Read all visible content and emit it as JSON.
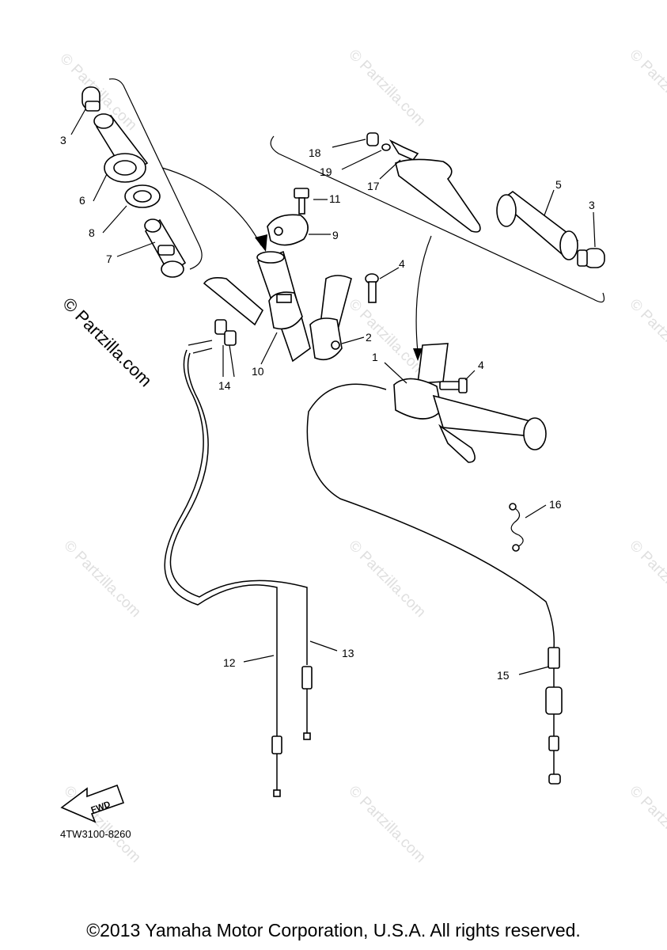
{
  "callouts": {
    "p1": "1",
    "p2": "2",
    "p3a": "3",
    "p3b": "3",
    "p4a": "4",
    "p4b": "4",
    "p5": "5",
    "p6": "6",
    "p7": "7",
    "p8": "8",
    "p9": "9",
    "p10": "10",
    "p11": "11",
    "p12": "12",
    "p13": "13",
    "p14": "14",
    "p15": "15",
    "p16": "16",
    "p17": "17",
    "p18": "18",
    "p19": "19"
  },
  "watermark": {
    "text": "© Partzilla.com"
  },
  "fwd_label": "FWD",
  "diagram_code": "4TW3100-8260",
  "copyright": "©2013 Yamaha Motor Corporation, U.S.A. All rights reserved."
}
